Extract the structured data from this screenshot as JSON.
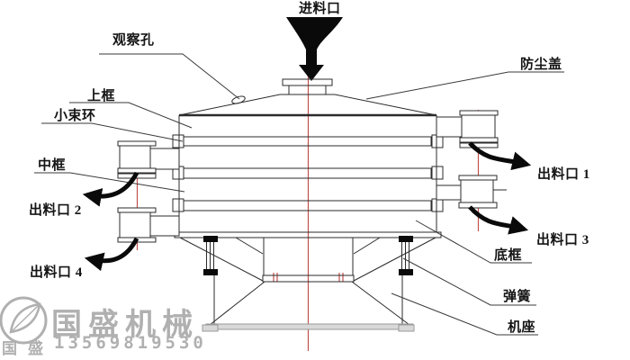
{
  "diagram": {
    "type": "technical-drawing",
    "subject": "rotary-vibrating-sieve",
    "labels": {
      "feed_inlet": "进料口",
      "observation_hole": "观察孔",
      "dust_cover": "防尘盖",
      "upper_frame": "上框",
      "small_clamp_ring": "小束环",
      "middle_frame": "中框",
      "outlet_1": "出料口 1",
      "outlet_2": "出料口 2",
      "outlet_3": "出料口 3",
      "outlet_4": "出料口 4",
      "bottom_frame": "底框",
      "spring": "弹簧",
      "machine_base": "机座"
    }
  },
  "watermark": {
    "company": "国盛机械",
    "phone": "13569819530",
    "corner_text": "国盛",
    "logo": "leaf-circle-logo"
  },
  "colors": {
    "line": "#2b2b2b",
    "centerline_red": "#c0504d",
    "arrow_black": "#0a0a0a",
    "watermark_gray": "#b0b0b0",
    "base_plate_gray": "#d8d8d8"
  }
}
